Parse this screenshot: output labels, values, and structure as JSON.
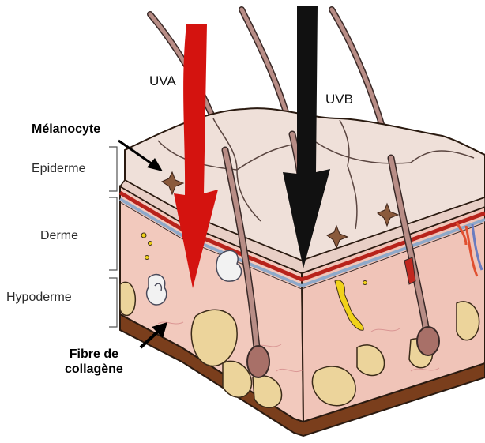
{
  "rays": {
    "uva": "UVA",
    "uvb": "UVB"
  },
  "labels": {
    "melanocyte": "Mélanocyte",
    "epiderme": "Epiderme",
    "derme": "Derme",
    "hypoderme": "Hypoderme",
    "fibre_line1": "Fibre de",
    "fibre_line2": "collagène"
  },
  "colors": {
    "uva_arrow": "#d4130f",
    "uvb_arrow": "#111111",
    "epidermis_top": "#efe0d9",
    "dermis": "#f2c9bd",
    "hypodermis_base": "#7a3e1c",
    "fat": "#ecd49b",
    "hair": "#b88d86",
    "melanocyte": "#8a5a3c",
    "basal_red": "#b8231b",
    "basal_blue": "#8fa9c9"
  }
}
